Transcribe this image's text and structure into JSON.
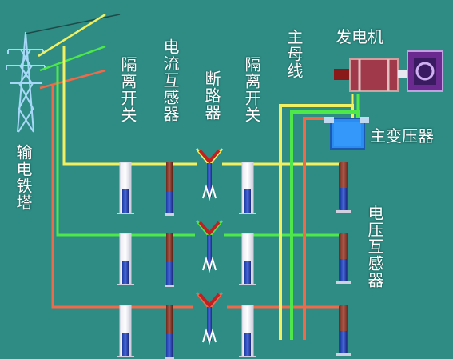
{
  "labels": {
    "tower": "输电铁塔",
    "disconnect_left": "隔离开关",
    "current_transformer": "电流互感器",
    "breaker": "断路器",
    "disconnect_right": "隔离开关",
    "main_bus": "主母线",
    "generator": "发电机",
    "main_transformer": "主变压器",
    "voltage_transformer": "电压互感器"
  },
  "colors": {
    "background": "#2e8c84",
    "phase_yellow": "#f0f060",
    "phase_green": "#4ee84a",
    "phase_red": "#f06a4a",
    "tower": "#a8d8f8",
    "transformer": "#2a8cf0",
    "generator": "#a03a4a"
  }
}
